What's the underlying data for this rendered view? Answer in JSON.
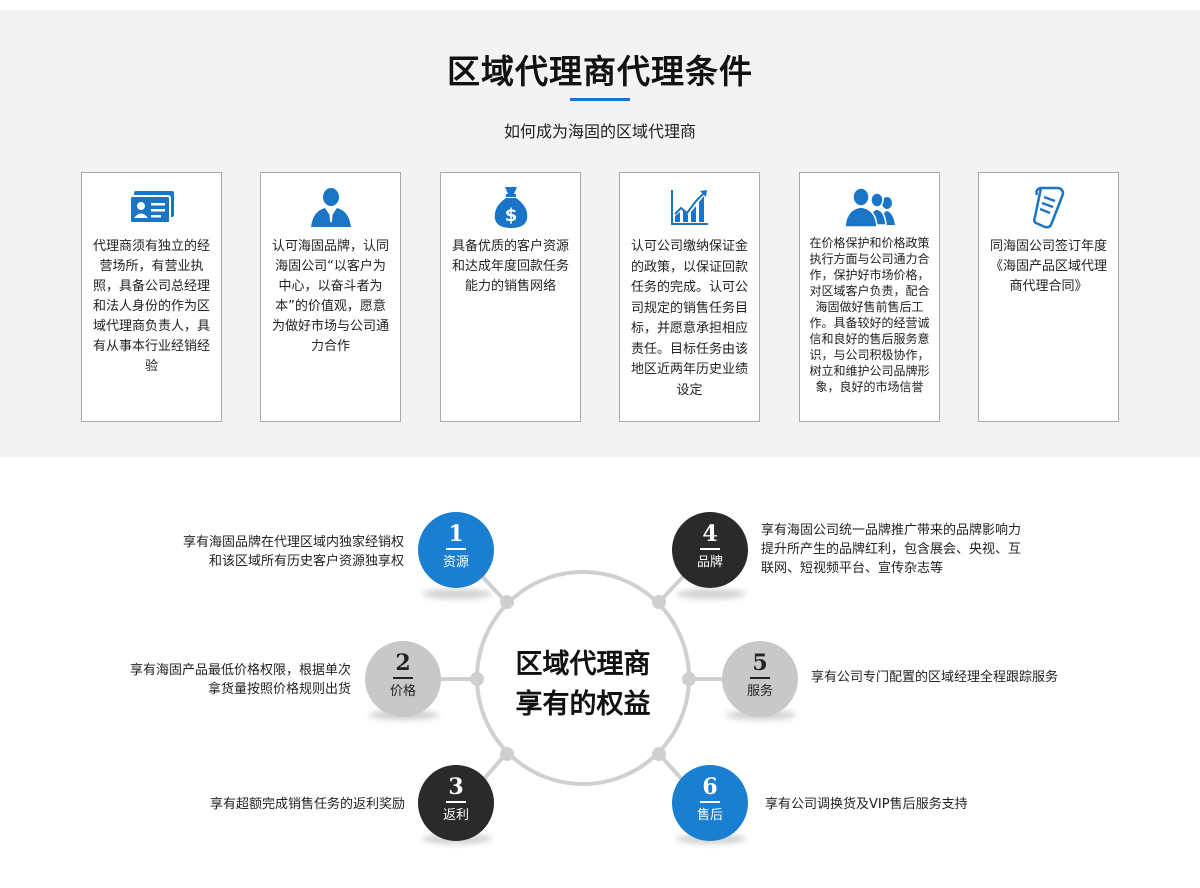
{
  "header": {
    "title": "区域代理商代理条件",
    "subtitle": "如何成为海固的区域代理商"
  },
  "conditions": [
    {
      "icon": "id-card-icon",
      "text": "代理商须有独立的经营场所，有营业执照，具备公司总经理和法人身份的作为区域代理商负责人，具有从事本行业经销经验"
    },
    {
      "icon": "person-icon",
      "text": "认可海固品牌，认同海固公司“以客户为中心，以奋斗者为本”的价值观，愿意为做好市场与公司通力合作"
    },
    {
      "icon": "money-bag-icon",
      "text": "具备优质的客户资源和达成年度回款任务能力的销售网络"
    },
    {
      "icon": "growth-chart-icon",
      "text": "认可公司缴纳保证金的政策，以保证回款任务的完成。认可公司规定的销售任务目标，并愿意承担相应责任。目标任务由该地区近两年历史业绩设定"
    },
    {
      "icon": "team-icon",
      "text": "在价格保护和价格政策执行方面与公司通力合作，保护好市场价格，对区域客户负责，配合海固做好售前售后工作。具备较好的经营诚信和良好的售后服务意识，与公司积极协作，树立和维护公司品牌形象，良好的市场信誉"
    },
    {
      "icon": "contract-scroll-icon",
      "text": "同海固公司签订年度《海固产品区域代理商代理合同》"
    }
  ],
  "rights": {
    "center_line1": "区域代理商",
    "center_line2": "享有的权益",
    "items": [
      {
        "num": "1",
        "label": "资源",
        "desc_line1": "享有海固品牌在代理区域内独家经销权",
        "desc_line2": "和该区域所有历史客户资源独享权",
        "color": "#1a7fd0"
      },
      {
        "num": "2",
        "label": "价格",
        "desc_line1": "享有海固产品最低价格权限，根据单次",
        "desc_line2": "拿货量按照价格规则出货",
        "color": "#c8c8c8"
      },
      {
        "num": "3",
        "label": "返利",
        "desc_line1": "享有超额完成销售任务的返利奖励",
        "desc_line2": "",
        "color": "#2a2a2a"
      },
      {
        "num": "4",
        "label": "品牌",
        "desc_line1": "享有海固公司统一品牌推广带来的品牌影响力",
        "desc_line2": "提升所产生的品牌红利，包含展会、央视、互",
        "desc_line3": "联网、短视频平台、宣传杂志等",
        "color": "#2a2a2a"
      },
      {
        "num": "5",
        "label": "服务",
        "desc_line1": "享有公司专门配置的区域经理全程跟踪服务",
        "desc_line2": "",
        "color": "#c8c8c8"
      },
      {
        "num": "6",
        "label": "售后",
        "desc_line1": "享有公司调换货及VIP售后服务支持",
        "desc_line2": "",
        "color": "#1a7fd0"
      }
    ]
  },
  "colors": {
    "accent": "#1a75c7",
    "dark": "#2a2a2a",
    "gray": "#c8c8c8",
    "ring": "#d0d0d0"
  }
}
